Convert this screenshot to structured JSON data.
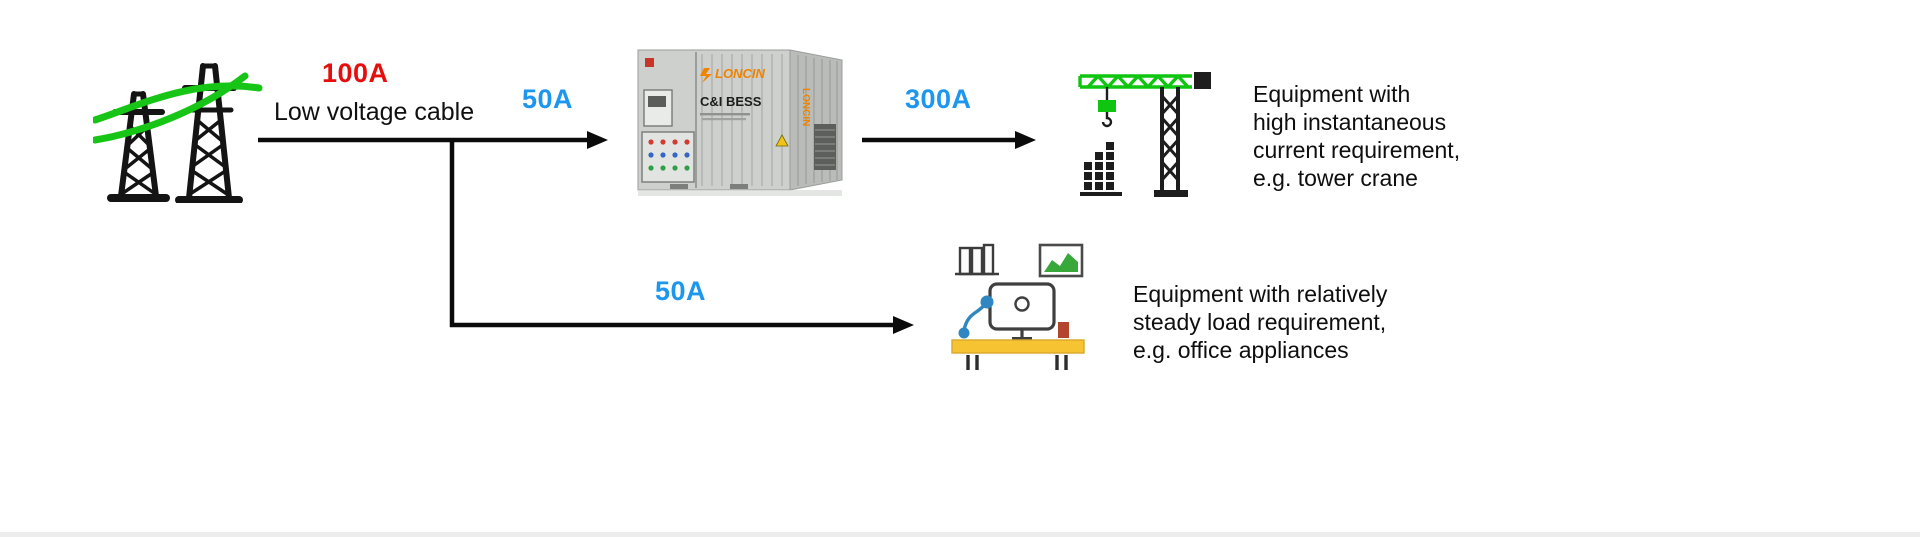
{
  "labels": {
    "main_current": "100A",
    "main_cable": "Low voltage cable",
    "bess_feed_current": "50A",
    "crane_feed_current": "300A",
    "office_feed_current": "50A"
  },
  "bess": {
    "brand": "LONCIN",
    "model": "C&I BESS",
    "side_brand": "LONCIN"
  },
  "notes": {
    "crane": "Equipment with\nhigh instantaneous\ncurrent requirement,\ne.g. tower crane",
    "office": "Equipment with relatively\nsteady load requirement,\ne.g. office appliances"
  },
  "colors": {
    "current_red": "#e60d0d",
    "current_blue": "#1d96ee",
    "arrow_black": "#0b0b0b",
    "crane_green": "#0fc50f",
    "cable_green": "#17c517",
    "desk_yellow": "#f6c433",
    "container_gray": "#cdd0cc",
    "brand_orange": "#f08300"
  }
}
